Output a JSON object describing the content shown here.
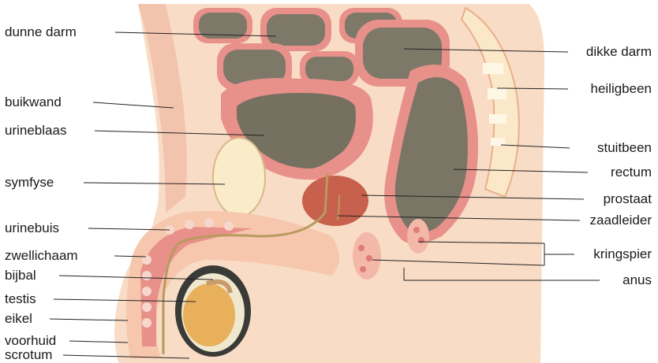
{
  "labels_left": {
    "dunne_darm": "dunne darm",
    "buikwand": "buikwand",
    "urineblaas": "urineblaas",
    "symfyse": "symfyse",
    "urinebuis": "urinebuis",
    "zwellichaam": "zwellichaam",
    "bijbal": "bijbal",
    "testis": "testis",
    "eikel": "eikel",
    "voorhuid": "voorhuid",
    "scrotum": "scrotum"
  },
  "labels_right": {
    "dikke_darm": "dikke darm",
    "heiligbeen": "heiligbeen",
    "stuitbeen": "stuitbeen",
    "rectum": "rectum",
    "prostaat": "prostaat",
    "zaadleider": "zaadleider",
    "kringspier": "kringspier",
    "anus": "anus"
  },
  "colors": {
    "skin": "#f7d6bf",
    "tissue": "#f3c9b4",
    "wall": "#e8918a",
    "cavity": "#7b7566",
    "bone": "#fdf3d9",
    "prostate": "#c7604d",
    "testis": "#e8b05a",
    "duct": "#b89a5f"
  }
}
